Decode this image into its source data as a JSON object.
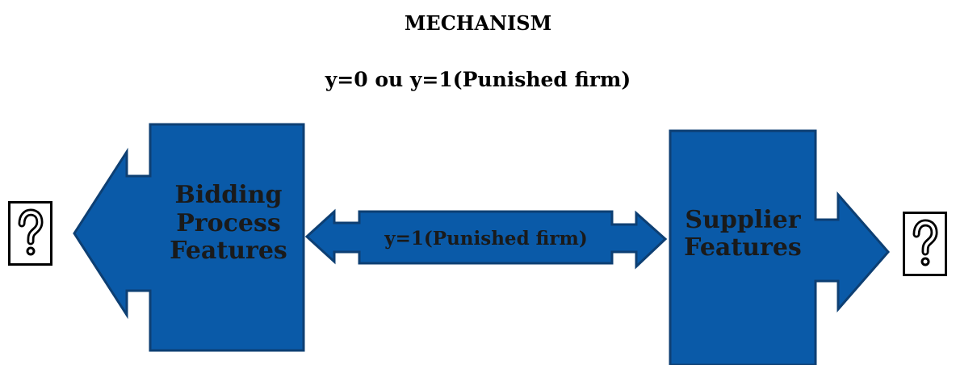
{
  "header": {
    "title": "MECHANISM",
    "subtitle": "y=0 ou y=1(Punished firm)"
  },
  "nodes": {
    "left": {
      "label": "Bidding\nProcess\nFeatures"
    },
    "center": {
      "label": "y=1(Punished firm)"
    },
    "right": {
      "label": "Supplier\nFeatures"
    }
  },
  "icons": {
    "left": "question-mark-icon",
    "right": "question-mark-icon"
  },
  "colors": {
    "shape_fill": "#0a5aa8",
    "shape_stroke": "#0d3f73",
    "text": "#1a1a1a"
  }
}
